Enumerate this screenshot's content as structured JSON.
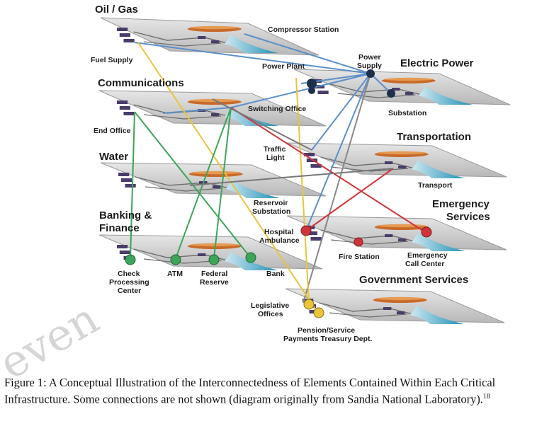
{
  "watermark": "even",
  "sectors": {
    "oil_gas": "Oil / Gas",
    "communications": "Communications",
    "water": "Water",
    "banking_1": "Banking &",
    "banking_2": "Finance",
    "electric": "Electric Power",
    "transportation": "Transportation",
    "emergency_1": "Emergency",
    "emergency_2": "Services",
    "government": "Government Services"
  },
  "labels": {
    "compressor_station": "Compressor Station",
    "fuel_supply": "Fuel Supply",
    "power_plant": "Power Plant",
    "power_supply_1": "Power",
    "power_supply_2": "Supply",
    "switching_office": "Switching Office",
    "substation": "Substation",
    "end_office": "End Office",
    "traffic_light_1": "Traffic",
    "traffic_light_2": "Light",
    "transport": "Transport",
    "reservoir_1": "Reservoir",
    "reservoir_2": "Substation",
    "hospital_1": "Hospital",
    "hospital_2": "Ambulance",
    "fire_station": "Fire Station",
    "emergency_call_1": "Emergency",
    "emergency_call_2": "Call Center",
    "check_1": "Check",
    "check_2": "Processing",
    "check_3": "Center",
    "atm": "ATM",
    "federal_1": "Federal",
    "federal_2": "Reserve",
    "bank": "Bank",
    "legislative_1": "Legislative",
    "legislative_2": "Offices",
    "pension_1": "Pension/Service",
    "pension_2": "Payments Treasury Dept."
  },
  "caption": {
    "text": "Figure 1: A Conceptual Illustration of the Interconnectedness of Elements Contained Within Each Critical Infrastructure. Some connections are not shown (diagram originally from Sandia National Laboratory).",
    "footnote": "18"
  },
  "colors": {
    "blue": "#5b8fc9",
    "yellow": "#e8c53a",
    "green": "#3fa45b",
    "red": "#d0343b",
    "gray": "#777777",
    "water": "#1f8fb4",
    "node_dark": "#1d2f4a"
  }
}
